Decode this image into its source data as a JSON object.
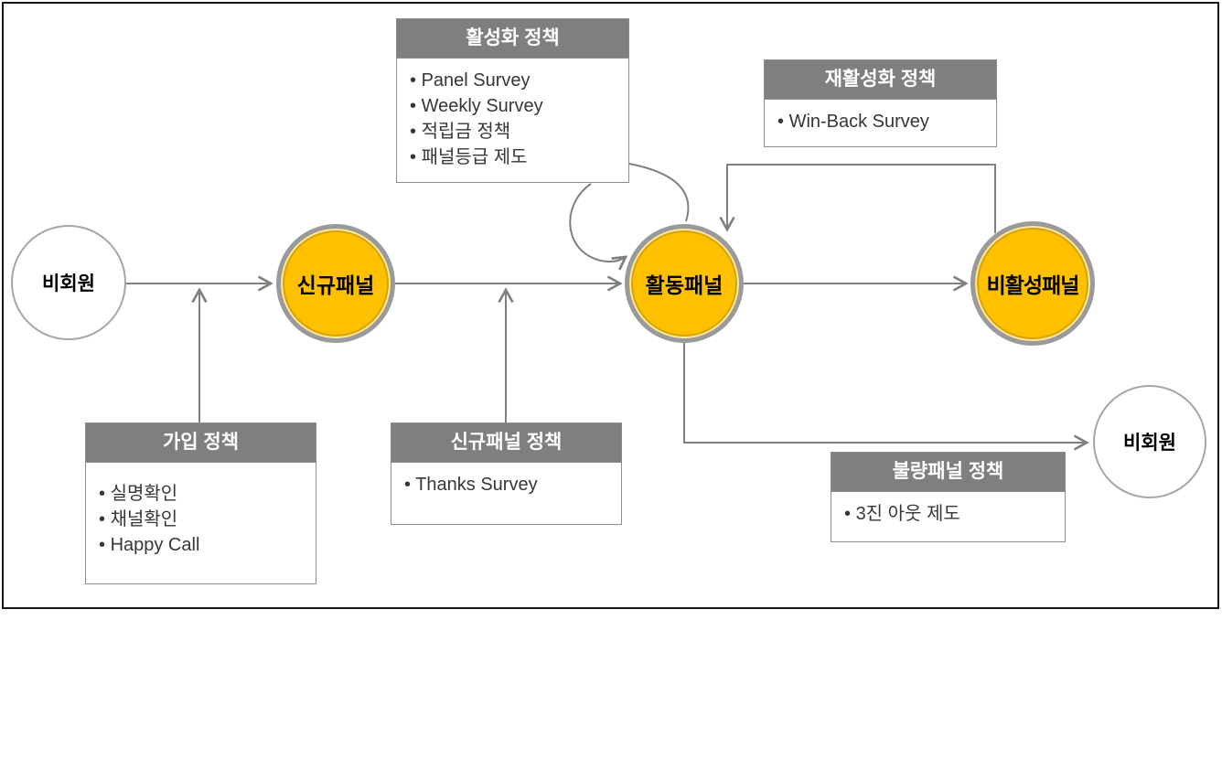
{
  "diagram": {
    "nodes": [
      {
        "id": "nonmember-left",
        "label": "비회원",
        "kind": "state"
      },
      {
        "id": "new-panel",
        "label": "신규패널",
        "kind": "panel"
      },
      {
        "id": "active-panel",
        "label": "활동패널",
        "kind": "panel"
      },
      {
        "id": "inactive-panel",
        "label": "비활성패널",
        "kind": "panel"
      },
      {
        "id": "nonmember-right",
        "label": "비회원",
        "kind": "state"
      }
    ],
    "policy_boxes": [
      {
        "id": "activation",
        "title": "활성화 정책",
        "items": [
          "Panel Survey",
          "Weekly Survey",
          "적립금 정책",
          "패널등급 제도"
        ]
      },
      {
        "id": "reactivation",
        "title": "재활성화 정책",
        "items": [
          "Win-Back Survey"
        ]
      },
      {
        "id": "join",
        "title": "가입 정책",
        "items": [
          "실명확인",
          "채널확인",
          "Happy Call"
        ]
      },
      {
        "id": "new-panel-policy",
        "title": "신규패널 정책",
        "items": [
          "Thanks Survey"
        ]
      },
      {
        "id": "bad-panel",
        "title": "불량패널 정책",
        "items": [
          "3진 아웃 제도"
        ]
      }
    ],
    "edges": [
      {
        "from": "nonmember-left",
        "to": "new-panel"
      },
      {
        "from": "new-panel",
        "to": "active-panel"
      },
      {
        "from": "active-panel",
        "to": "inactive-panel"
      },
      {
        "from": "active-panel",
        "to": "nonmember-right"
      },
      {
        "from": "inactive-panel",
        "to": "active-panel",
        "via": "reactivation"
      },
      {
        "from": "activation",
        "to": "active-panel",
        "shape": "loop"
      },
      {
        "from": "join",
        "to": "edge:nonmember-left→new-panel"
      },
      {
        "from": "new-panel-policy",
        "to": "edge:new-panel→active-panel"
      }
    ],
    "colors": {
      "panel_fill": "#ffc000",
      "panel_ring": "#9a9a9a",
      "header_bg": "#7f7f7f",
      "header_text": "#ffffff",
      "line": "#808080",
      "frame_border": "#141414",
      "bullet_text": "#363636"
    }
  }
}
